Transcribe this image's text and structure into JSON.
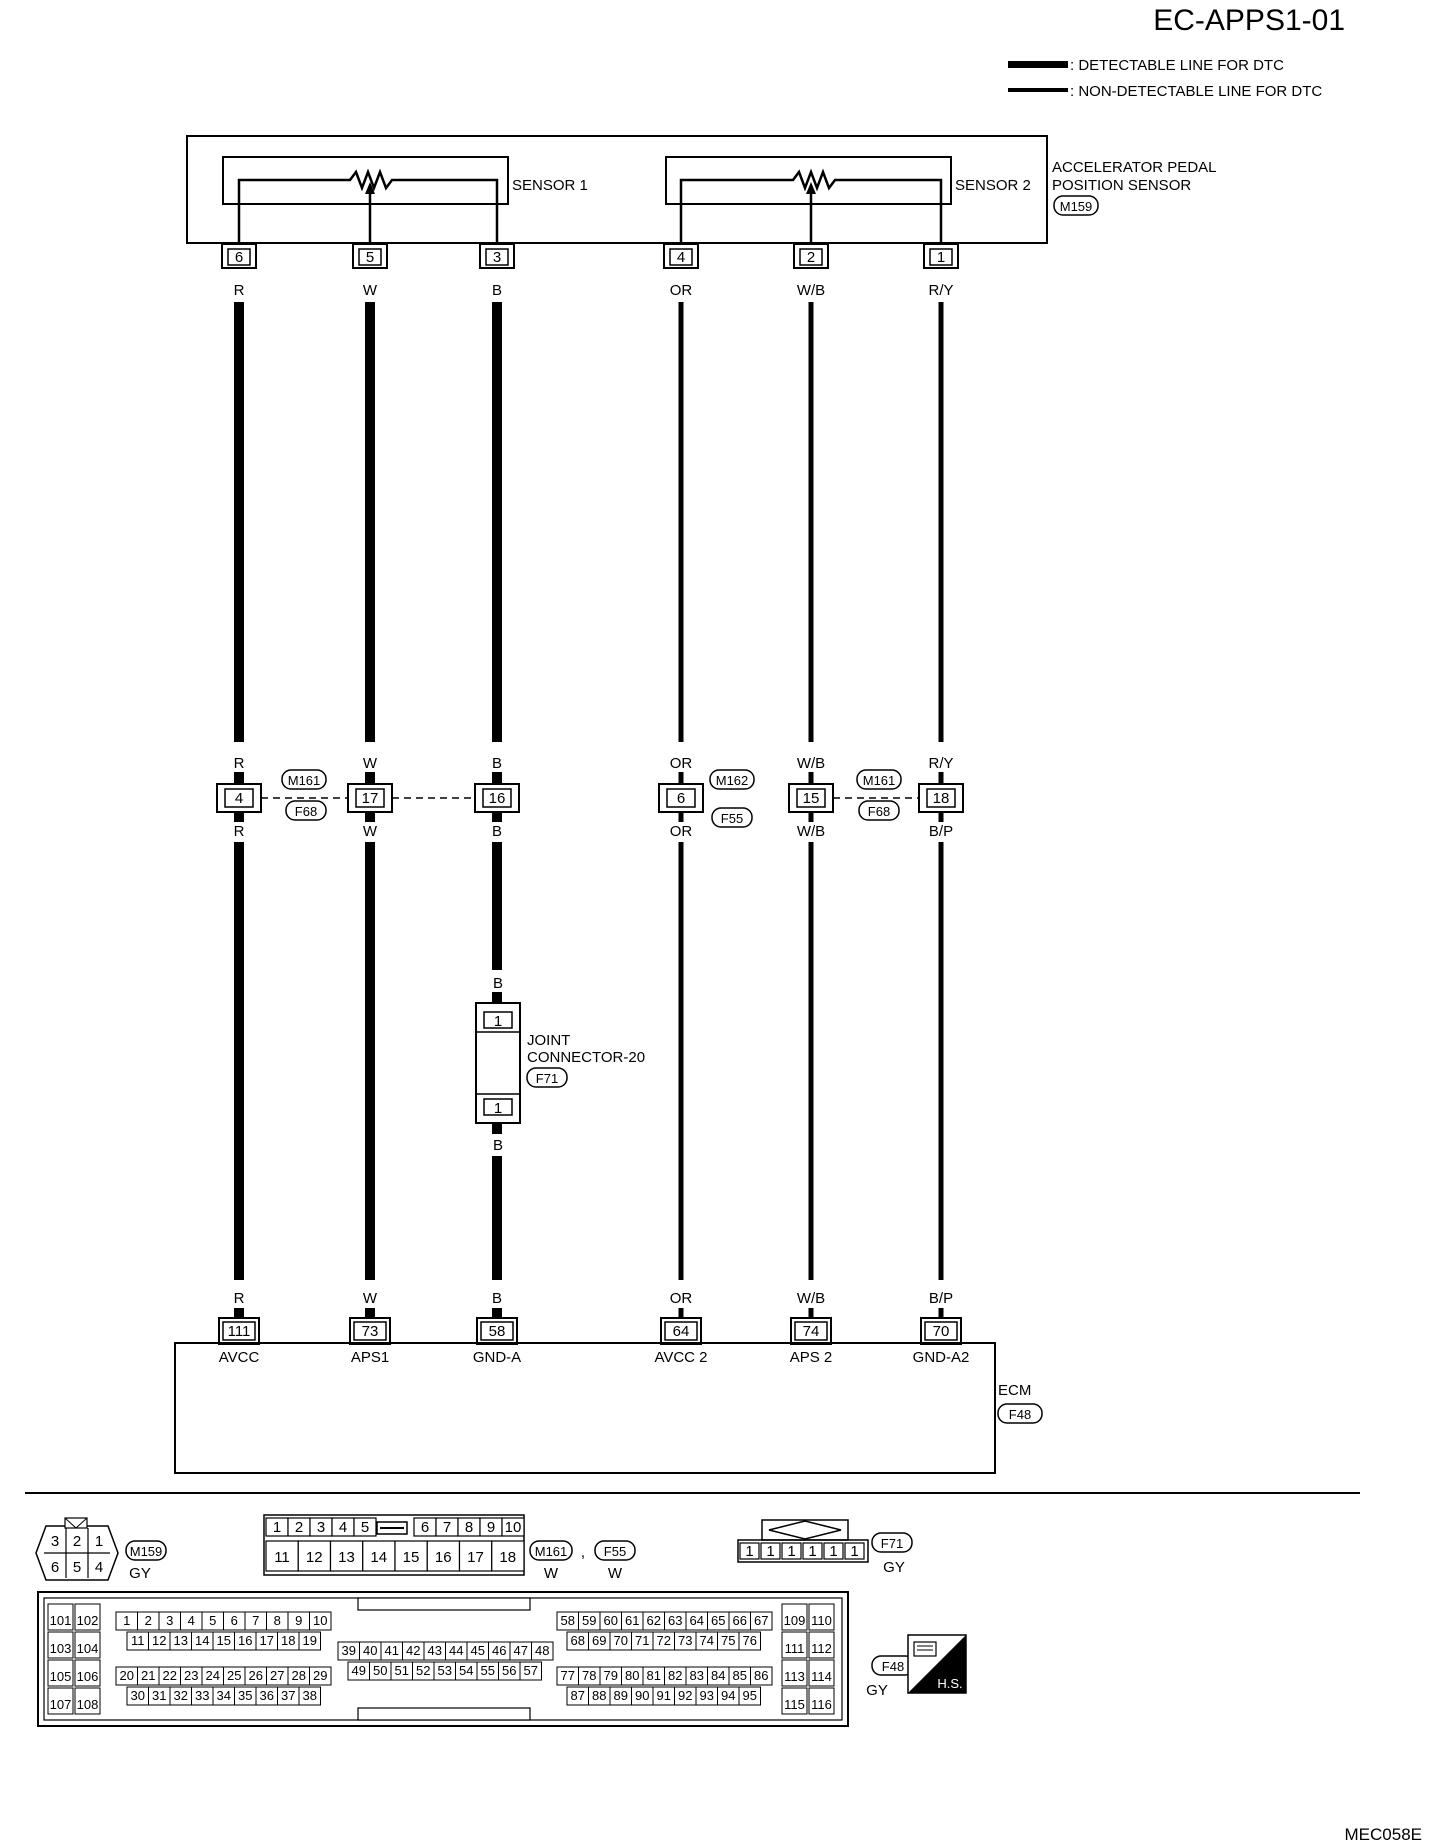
{
  "title": "EC-APPS1-01",
  "footer_code": "MEC058E",
  "legend": [
    {
      "label": ": DETECTABLE LINE FOR DTC",
      "style": "thick"
    },
    {
      "label": ": NON-DETECTABLE LINE FOR DTC",
      "style": "thin"
    }
  ],
  "sensor": {
    "name_line1": "ACCELERATOR PEDAL",
    "name_line2": "POSITION SENSOR",
    "connector": "M159",
    "sensor1_label": "SENSOR 1",
    "sensor2_label": "SENSOR 2"
  },
  "wires": [
    {
      "id": "w1",
      "sensor_pin": "6",
      "color_top": "R",
      "inline_pin": "4",
      "color_mid_top": "R",
      "color_mid_bot": "R",
      "color_bottom": "R",
      "ecm_pin": "111",
      "ecm_label": "AVCC",
      "detectable": true
    },
    {
      "id": "w2",
      "sensor_pin": "5",
      "color_top": "W",
      "inline_pin": "17",
      "color_mid_top": "W",
      "color_mid_bot": "W",
      "color_bottom": "W",
      "ecm_pin": "73",
      "ecm_label": "APS1",
      "detectable": true
    },
    {
      "id": "w3",
      "sensor_pin": "3",
      "color_top": "B",
      "inline_pin": "16",
      "color_mid_top": "B",
      "color_mid_bot": "B",
      "color_bottom": "B",
      "ecm_pin": "58",
      "ecm_label": "GND-A",
      "detectable": true
    },
    {
      "id": "w4",
      "sensor_pin": "4",
      "color_top": "OR",
      "inline_pin": "6",
      "color_mid_top": "OR",
      "color_mid_bot": "OR",
      "color_bottom": "OR",
      "ecm_pin": "64",
      "ecm_label": "AVCC 2",
      "detectable": false
    },
    {
      "id": "w5",
      "sensor_pin": "2",
      "color_top": "W/B",
      "inline_pin": "15",
      "color_mid_top": "W/B",
      "color_mid_bot": "W/B",
      "color_bottom": "W/B",
      "ecm_pin": "74",
      "ecm_label": "APS 2",
      "detectable": false
    },
    {
      "id": "w6",
      "sensor_pin": "1",
      "color_top": "R/Y",
      "inline_pin": "18",
      "color_mid_top": "R/Y",
      "color_mid_bot": "B/P",
      "color_bottom": "B/P",
      "ecm_pin": "70",
      "ecm_label": "GND-A2",
      "detectable": false
    }
  ],
  "inline_connectors": {
    "left_top": "M161",
    "left_bot": "F68",
    "mid_top": "M162",
    "mid_bot": "F55",
    "right_top": "M161",
    "right_bot": "F68"
  },
  "joint": {
    "line1": "JOINT",
    "line2": "CONNECTOR-20",
    "connector": "F71",
    "pin_top": "1",
    "pin_bot": "1",
    "color_above": "B",
    "color_below": "B"
  },
  "ecm": {
    "label": "ECM",
    "connector": "F48"
  },
  "views": {
    "m159": {
      "connector": "M159",
      "color": "GY",
      "pins": [
        "3",
        "2",
        "1",
        "6",
        "5",
        "4"
      ]
    },
    "m161": {
      "connector1": "M161",
      "color1": "W",
      "sep": ",",
      "connector2": "F55",
      "color2": "W",
      "row1": [
        "1",
        "2",
        "3",
        "4",
        "5",
        "6",
        "7",
        "8",
        "9",
        "10"
      ],
      "row2": [
        "11",
        "12",
        "13",
        "14",
        "15",
        "16",
        "17",
        "18"
      ]
    },
    "f71": {
      "connector": "F71",
      "color": "GY",
      "pins": [
        "1",
        "1",
        "1",
        "1",
        "1",
        "1"
      ]
    },
    "f48": {
      "connector": "F48",
      "color": "GY",
      "hs_label": "H.S.",
      "left_block": [
        "101",
        "102",
        "103",
        "104",
        "105",
        "106",
        "107",
        "108"
      ],
      "right_block": [
        "109",
        "110",
        "111",
        "112",
        "113",
        "114",
        "115",
        "116"
      ],
      "g1_r1": [
        "1",
        "2",
        "3",
        "4",
        "5",
        "6",
        "7",
        "8",
        "9",
        "10"
      ],
      "g1_r2": [
        "11",
        "12",
        "13",
        "14",
        "15",
        "16",
        "17",
        "18",
        "19"
      ],
      "g1_r3": [
        "20",
        "21",
        "22",
        "23",
        "24",
        "25",
        "26",
        "27",
        "28",
        "29"
      ],
      "g1_r4": [
        "30",
        "31",
        "32",
        "33",
        "34",
        "35",
        "36",
        "37",
        "38"
      ],
      "g2_r1": [
        "39",
        "40",
        "41",
        "42",
        "43",
        "44",
        "45",
        "46",
        "47",
        "48"
      ],
      "g2_r2": [
        "49",
        "50",
        "51",
        "52",
        "53",
        "54",
        "55",
        "56",
        "57"
      ],
      "g3_r1": [
        "58",
        "59",
        "60",
        "61",
        "62",
        "63",
        "64",
        "65",
        "66",
        "67"
      ],
      "g3_r2": [
        "68",
        "69",
        "70",
        "71",
        "72",
        "73",
        "74",
        "75",
        "76"
      ],
      "g3_r3": [
        "77",
        "78",
        "79",
        "80",
        "81",
        "82",
        "83",
        "84",
        "85",
        "86"
      ],
      "g3_r4": [
        "87",
        "88",
        "89",
        "90",
        "91",
        "92",
        "93",
        "94",
        "95"
      ]
    }
  }
}
